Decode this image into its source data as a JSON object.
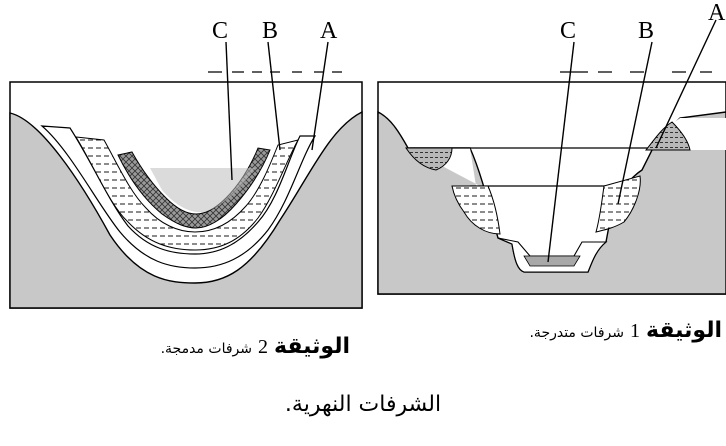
{
  "document_1": {
    "title_word": "الوثيقة",
    "number": "1",
    "description": "شرفات متدرجة.",
    "labels": {
      "a": "A",
      "b": "B",
      "c": "C"
    }
  },
  "document_2": {
    "title_word": "الوثيقة",
    "number": "2",
    "description": "شرفات مدمجة.",
    "labels": {
      "a": "A",
      "b": "B",
      "c": "C"
    }
  },
  "main_caption": "الشرفات النهرية.",
  "colors": {
    "bedrock": "#c8c8c8",
    "alluvium_white": "#ffffff",
    "outline": "#000000",
    "water": "#bdbdbd"
  }
}
